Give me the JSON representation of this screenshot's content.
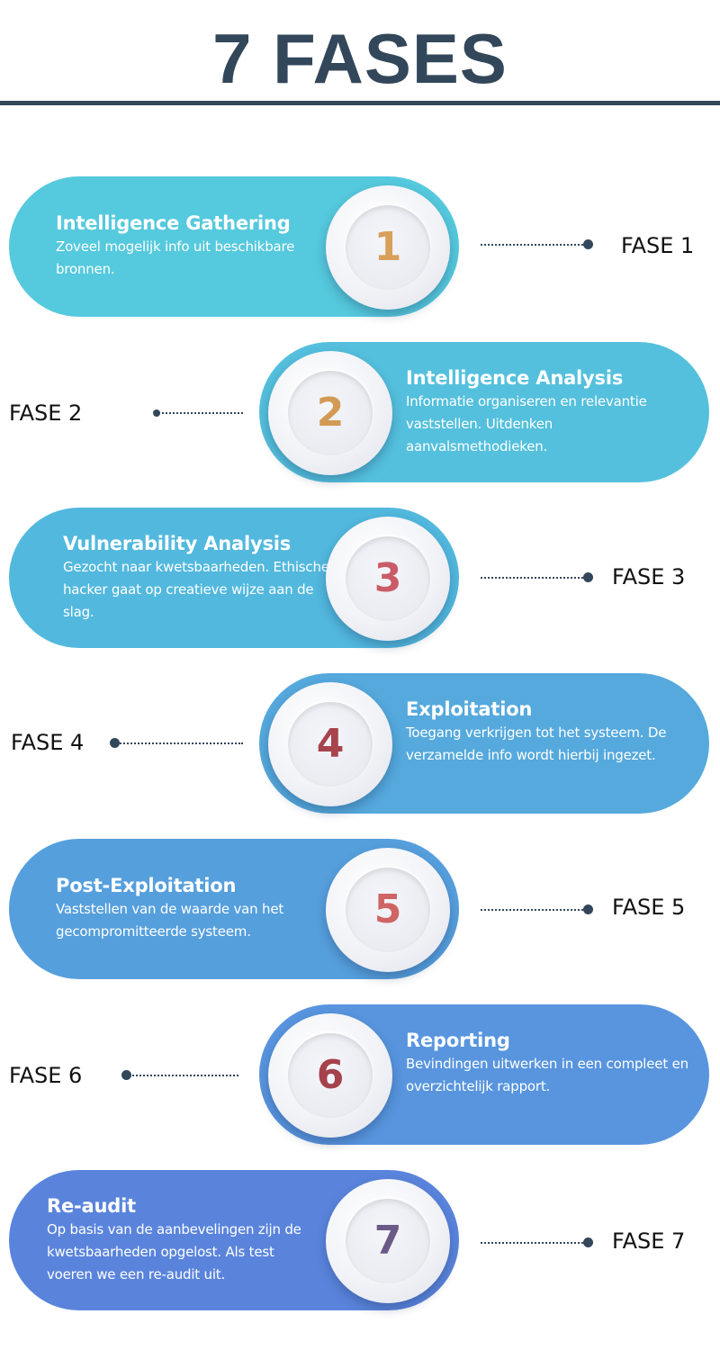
{
  "title": "7 FASES",
  "phases": [
    {
      "number": "1",
      "heading": "Intelligence Gathering",
      "description": "Zoveel mogelijk info uit beschikbare bronnen.",
      "label": "FASE 1",
      "color": "#55c9dd",
      "number_color": "#d9a05a"
    },
    {
      "number": "2",
      "heading": "Intelligence Analysis",
      "description": "Informatie organiseren en relevantie vaststellen. Uitdenken aanvalsmethodieken.",
      "label": "FASE 2",
      "color": "#54c0dd",
      "number_color": "#d39a55"
    },
    {
      "number": "3",
      "heading": "Vulnerability Analysis",
      "description": "Gezocht naar kwetsbaarheden. Ethische hacker gaat op creatieve wijze aan de slag.",
      "label": "FASE 3",
      "color": "#52b8de",
      "number_color": "#c95c66"
    },
    {
      "number": "4",
      "heading": "Exploitation",
      "description": "Toegang verkrijgen tot het systeem. De verzamelde info wordt hierbij ingezet.",
      "label": "FASE 4",
      "color": "#55a9dd",
      "number_color": "#a7444c"
    },
    {
      "number": "5",
      "heading": "Post-Exploitation",
      "description": "Vaststellen van de waarde van het gecompromitteerde systeem.",
      "label": "FASE 5",
      "color": "#569fdd",
      "number_color": "#cf6464"
    },
    {
      "number": "6",
      "heading": "Reporting",
      "description": "Bevindingen uitwerken in een compleet en overzichtelijk rapport.",
      "label": "FASE 6",
      "color": "#5895de",
      "number_color": "#a5424b"
    },
    {
      "number": "7",
      "heading": "Re-audit",
      "description": "Op basis van de aanbevelingen zijn de kwetsbaarheden opgelost. Als test voeren we een re-audit uit.",
      "label": "FASE 7",
      "color": "#5a84dc",
      "number_color": "#6b5a88"
    }
  ]
}
